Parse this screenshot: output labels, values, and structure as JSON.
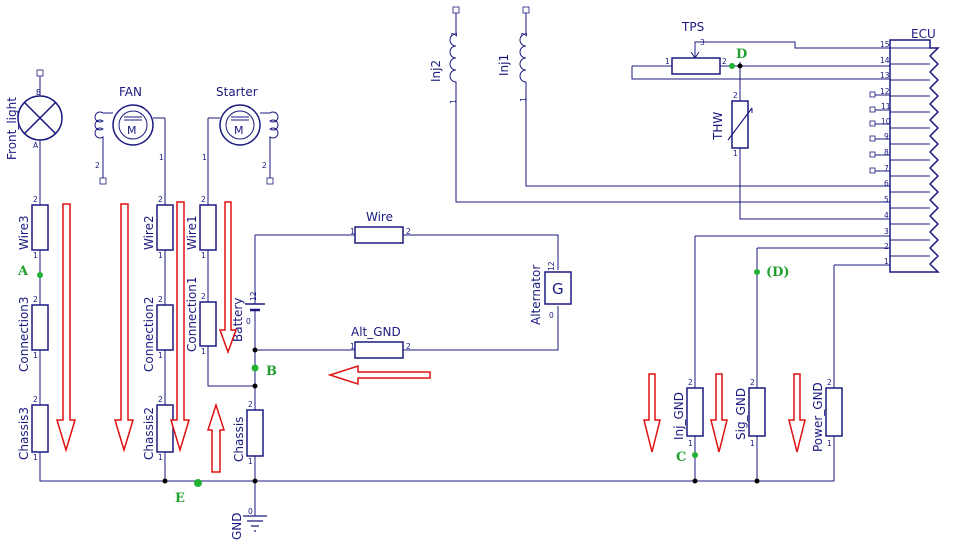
{
  "loads": {
    "front_light": {
      "label": "Front_light",
      "pin_top": "B",
      "pin_bottom": "A"
    },
    "fan": {
      "label": "FAN",
      "pin_left": "2",
      "pin_right": "1",
      "motor": "M"
    },
    "starter": {
      "label": "Starter",
      "pin_left": "1",
      "pin_right": "2",
      "motor": "M"
    }
  },
  "resistors": {
    "wire3": {
      "label": "Wire3",
      "p1": "1",
      "p2": "2"
    },
    "wire2": {
      "label": "Wire2",
      "p1": "1",
      "p2": "2"
    },
    "wire1": {
      "label": "Wire1",
      "p1": "1",
      "p2": "2"
    },
    "connection3": {
      "label": "Connection3",
      "p1": "1",
      "p2": "2"
    },
    "connection2": {
      "label": "Connection2",
      "p1": "1",
      "p2": "2"
    },
    "connection1": {
      "label": "Connection1",
      "p1": "1",
      "p2": "2"
    },
    "chassis3": {
      "label": "Chassis3",
      "p1": "1",
      "p2": "2"
    },
    "chassis2": {
      "label": "Chassis2",
      "p1": "1",
      "p2": "2"
    },
    "chassis": {
      "label": "Chassis",
      "p1": "1",
      "p2": "2"
    },
    "wire": {
      "label": "Wire",
      "p1": "1",
      "p2": "2"
    },
    "alt_gnd": {
      "label": "Alt_GND",
      "p1": "1",
      "p2": "2"
    },
    "inj_gnd": {
      "label": "Inj_GND",
      "p1": "1",
      "p2": "2"
    },
    "sig_gnd": {
      "label": "Sig_GND",
      "p1": "1",
      "p2": "2"
    },
    "power_gnd": {
      "label": "Power_GND",
      "p1": "1",
      "p2": "2"
    },
    "thw": {
      "label": "THW",
      "p1": "1",
      "p2": "2"
    },
    "tps": {
      "label": "TPS",
      "p1": "1",
      "p2": "2",
      "p3": "3"
    }
  },
  "sources": {
    "battery": {
      "label": "Battery",
      "pin_neg": "0",
      "pin_pos": "12"
    },
    "alternator": {
      "label": "Alternator",
      "symbol": "G",
      "pin_neg": "0",
      "pin_pos": "12"
    },
    "gnd": {
      "label": "GND",
      "pin": "0"
    }
  },
  "injectors": {
    "inj2": {
      "label": "Inj2",
      "p1": "1",
      "p2": "2"
    },
    "inj1": {
      "label": "Inj1",
      "p1": "1",
      "p2": "2"
    }
  },
  "ecu": {
    "label": "ECU",
    "pins": [
      "15",
      "14",
      "13",
      "12",
      "11",
      "10",
      "9",
      "8",
      "7",
      "6",
      "5",
      "4",
      "3",
      "2",
      "1"
    ]
  },
  "points": {
    "a": "A",
    "b": "B",
    "c": "C",
    "d": "D",
    "d_paren": "(D)",
    "e": "E"
  },
  "colors": {
    "wire": "#1a1a80",
    "arrow": "#e01010",
    "point_label": "#22a030"
  }
}
